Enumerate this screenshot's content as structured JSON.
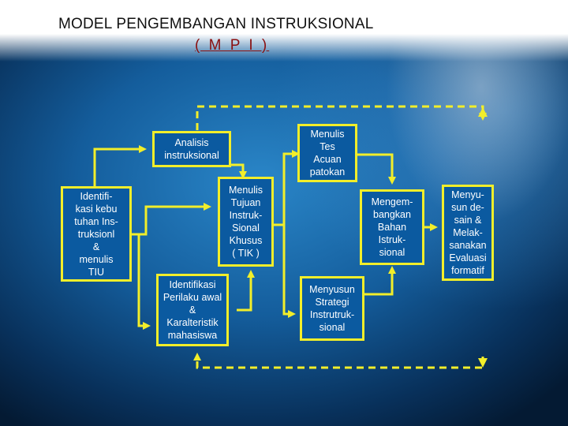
{
  "title": "MODEL  PENGEMBANGAN INSTRUKSIONAL",
  "subtitle": "( M P I )",
  "colors": {
    "line": "#f2ee2a",
    "box_fill": "#0b5aa0",
    "box_text": "#ffffff",
    "subtitle": "#8a1010"
  },
  "boxes": {
    "analisis": "Analisis\ninstruksional",
    "identifikasi_tiu": "Identifi-\nkasi kebu\ntuhan Ins-\ntruksionl\n&\nmenulis\nTIU",
    "tik": "Menulis\nTujuan\nInstruk-\nSional\nKhusus\n( TIK )",
    "perilaku": "Identifikasi\nPerilaku awal\n&\nKaralteristik\nmahasiswa",
    "tes": "Menulis\nTes\nAcuan\npatokan",
    "strategi": "Menyusun\nStrategi\nInstrutruk-\nsional",
    "bahan": "Mengem-\nbangkan\nBahan\nIstruk-\nsional",
    "evaluasi": "Menyu-\nsun de-\nsain &\nMelak-\nsanakan\nEvaluasi\nformatif"
  }
}
